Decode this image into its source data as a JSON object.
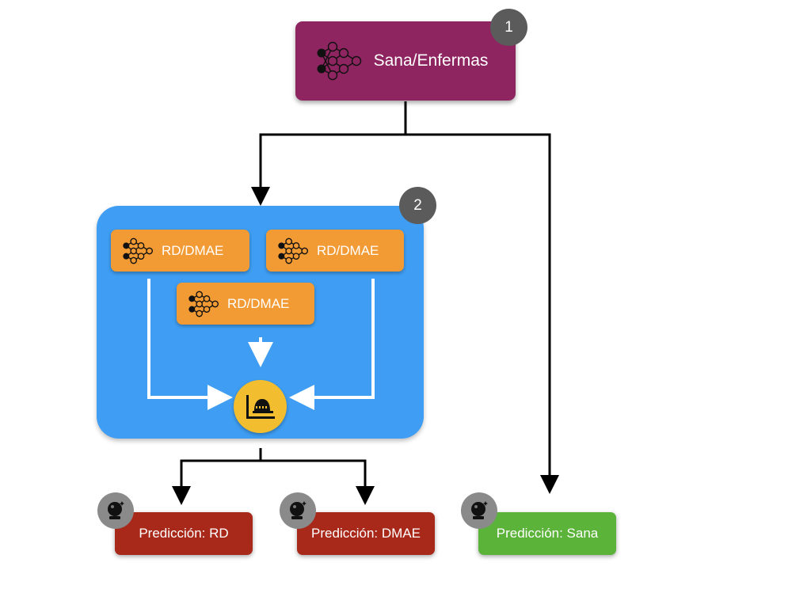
{
  "top_node": {
    "label": "Sana/Enfermas",
    "icon": "neural-network-icon",
    "color": "#8e2460",
    "step": "1"
  },
  "ensemble": {
    "step": "2",
    "color": "#3f9ef3",
    "models": [
      {
        "label": "RD/DMAE",
        "icon": "neural-network-icon"
      },
      {
        "label": "RD/DMAE",
        "icon": "neural-network-icon"
      },
      {
        "label": "RD/DMAE",
        "icon": "neural-network-icon"
      }
    ],
    "aggregator_icon": "voting-chart-icon",
    "model_color": "#f29a34",
    "aggregator_color": "#f2bd2e"
  },
  "predictions": [
    {
      "label": "Predicción: RD",
      "color": "#a8291a",
      "icon": "crystal-ball-icon"
    },
    {
      "label": "Predicción: DMAE",
      "color": "#a8291a",
      "icon": "crystal-ball-icon"
    },
    {
      "label": "Predicción: Sana",
      "color": "#5bb33a",
      "icon": "crystal-ball-icon"
    }
  ]
}
